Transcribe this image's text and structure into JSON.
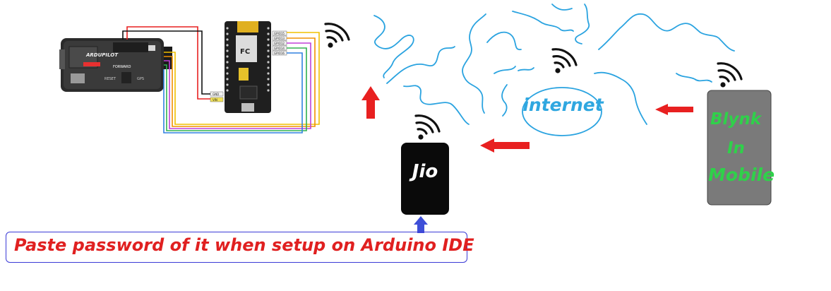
{
  "router": {
    "label": "Jio"
  },
  "cloud": {
    "label": "internet"
  },
  "phone": {
    "lines": [
      "Blynk",
      "In",
      "Mobile"
    ]
  },
  "note": {
    "text": "Paste password of it when setup on Arduino IDE"
  },
  "flight_controller": {
    "brand": "ARDUPILOT",
    "forward_label": "FORWARD",
    "reset_label": "RESET",
    "gps_label": "GPS"
  },
  "nodemcu": {
    "gpio_labels": [
      "GPIO15",
      "GPIO13",
      "GPIO12",
      "GPIO14",
      "GPIO16"
    ],
    "gnd_label": "GND",
    "vin_label": "VIN"
  },
  "colors": {
    "arrow_red": "#e82020",
    "arrow_blue": "#3e4fd8",
    "scribble_blue": "#2aa3e0",
    "phone_body": "#7a7a7a",
    "phone_text": "#2fd14a",
    "note_text": "#e02020",
    "note_border": "#3b3bd6"
  },
  "icons": [
    "wifi-icon",
    "red-arrow-icon",
    "blue-arrow-icon"
  ]
}
